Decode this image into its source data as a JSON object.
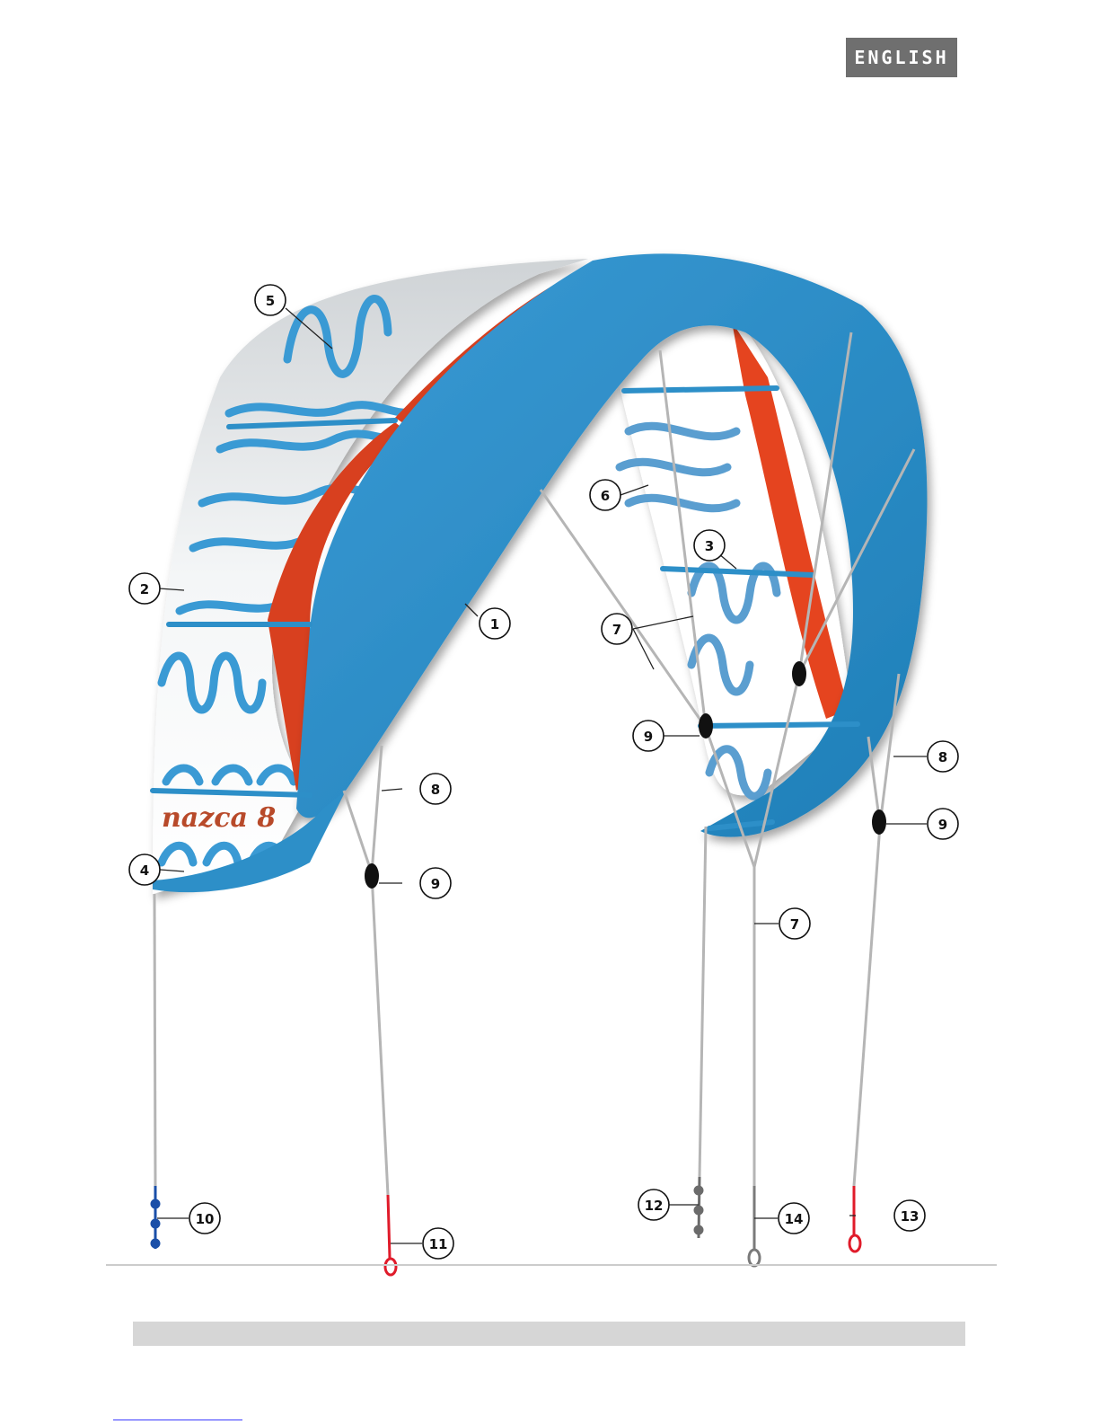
{
  "header": {
    "language_label": "ENGLISH"
  },
  "kite": {
    "brand_text": "nazca 8",
    "colors": {
      "leading_edge": "#2d8fc8",
      "canopy": "#f2f4f5",
      "accent_red": "#d8401f",
      "pattern_blue": "#3a9ad4",
      "line": "#b5b5b5"
    }
  },
  "callouts": [
    {
      "number": "1"
    },
    {
      "number": "2"
    },
    {
      "number": "3"
    },
    {
      "number": "4"
    },
    {
      "number": "5"
    },
    {
      "number": "6"
    },
    {
      "number": "7"
    },
    {
      "number": "7"
    },
    {
      "number": "8"
    },
    {
      "number": "8"
    },
    {
      "number": "9"
    },
    {
      "number": "9"
    },
    {
      "number": "9"
    },
    {
      "number": "10"
    },
    {
      "number": "11"
    },
    {
      "number": "12"
    },
    {
      "number": "13"
    },
    {
      "number": "14"
    }
  ]
}
